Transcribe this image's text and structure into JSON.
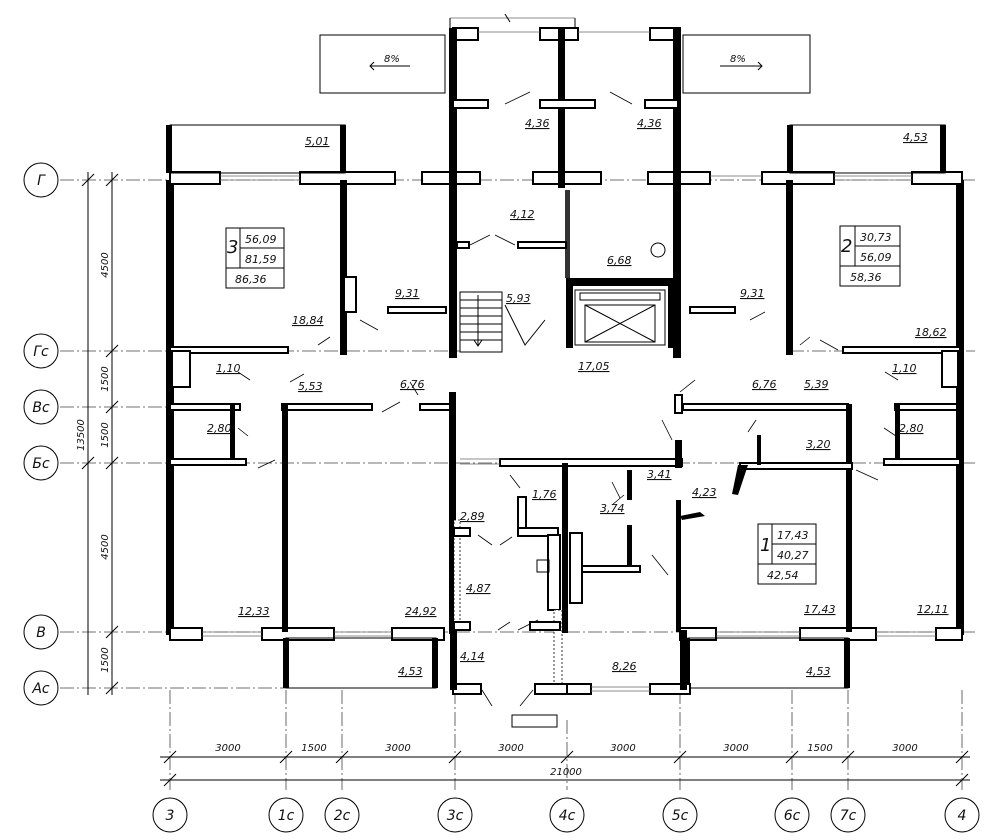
{
  "room_areas": {
    "top_left_balcony": "5,01",
    "top_right_balcony": "4,53",
    "stair_top_left": "4,36",
    "stair_top_right": "4,36",
    "stair_hall": "4,12",
    "lobby_left": "9,31",
    "lobby_right": "9,31",
    "stairs": "5,93",
    "lift_hall": "6,68",
    "corridor": "17,05",
    "left_bedroom": "18,84",
    "right_bedroom": "18,62",
    "left_bath": "1,10",
    "right_bath": "1,10",
    "left_hall": "5,53",
    "right_hall": "5,39",
    "left_vest": "6,76",
    "right_vest": "6,76",
    "left_wc": "2,80",
    "right_wc": "2,80",
    "right_kitchen_side": "3,20",
    "center_small": "1,76",
    "center_wc": "2,89",
    "center_corr": "3,74",
    "center_small2": "3,41",
    "right_closet": "4,23",
    "center_vest": "4,87",
    "center_entry": "4,14",
    "left_room": "12,33",
    "left_living": "24,92",
    "right_living": "17,43",
    "right_room": "12,11",
    "center_room": "8,26",
    "bottom_left_balcony": "4,53",
    "bottom_right_balcony": "4,53"
  },
  "ramps": {
    "left": "8%",
    "right": "8%"
  },
  "apartments": [
    {
      "number": "3",
      "living": "56,09",
      "useful": "81,59",
      "total": "86,36"
    },
    {
      "number": "2",
      "living": "30,73",
      "useful": "56,09",
      "total": "58,36"
    },
    {
      "number": "1",
      "living": "17,43",
      "useful": "40,27",
      "total": "42,54"
    }
  ],
  "row_axes": [
    "Г",
    "Гс",
    "Вс",
    "Бс",
    "В",
    "Ас"
  ],
  "col_axes": [
    "3",
    "1с",
    "2с",
    "3с",
    "4с",
    "5с",
    "6с",
    "7с",
    "4"
  ],
  "left_dims": [
    "4500",
    "1500",
    "1500",
    "4500",
    "1500"
  ],
  "left_total": "13500",
  "bottom_dims": [
    "3000",
    "1500",
    "3000",
    "3000",
    "3000",
    "3000",
    "1500",
    "3000"
  ],
  "bottom_total": "21000"
}
